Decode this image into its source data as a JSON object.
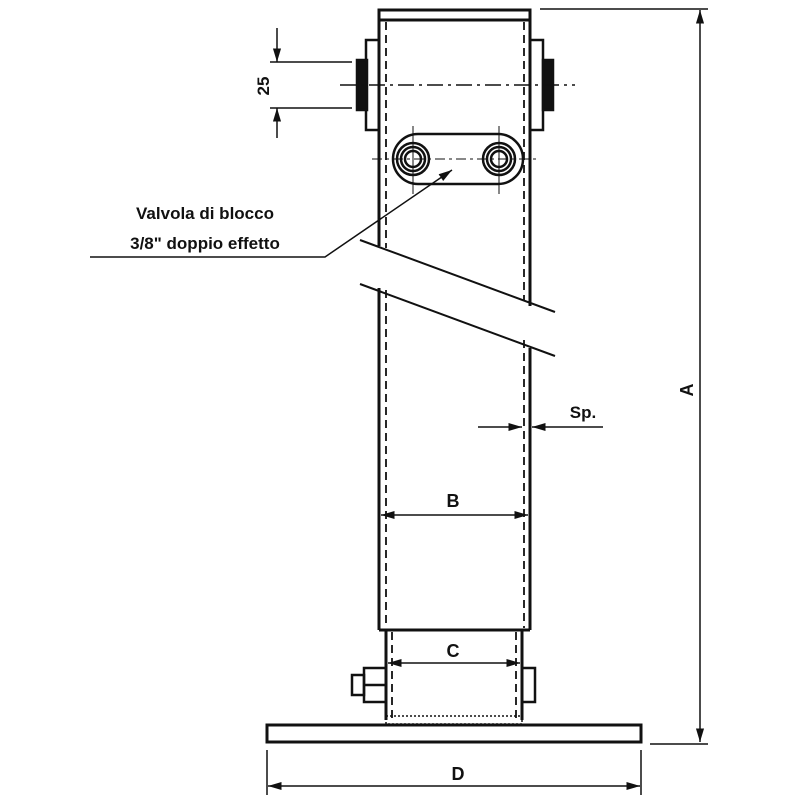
{
  "labels": {
    "valve_line1": "Valvola di blocco",
    "valve_line2": "3/8\" doppio effetto",
    "dim_25": "25",
    "dim_a": "A",
    "dim_b": "B",
    "dim_c": "C",
    "dim_d": "D",
    "dim_sp": "Sp."
  },
  "colors": {
    "line": "#111111",
    "background": "#ffffff"
  }
}
